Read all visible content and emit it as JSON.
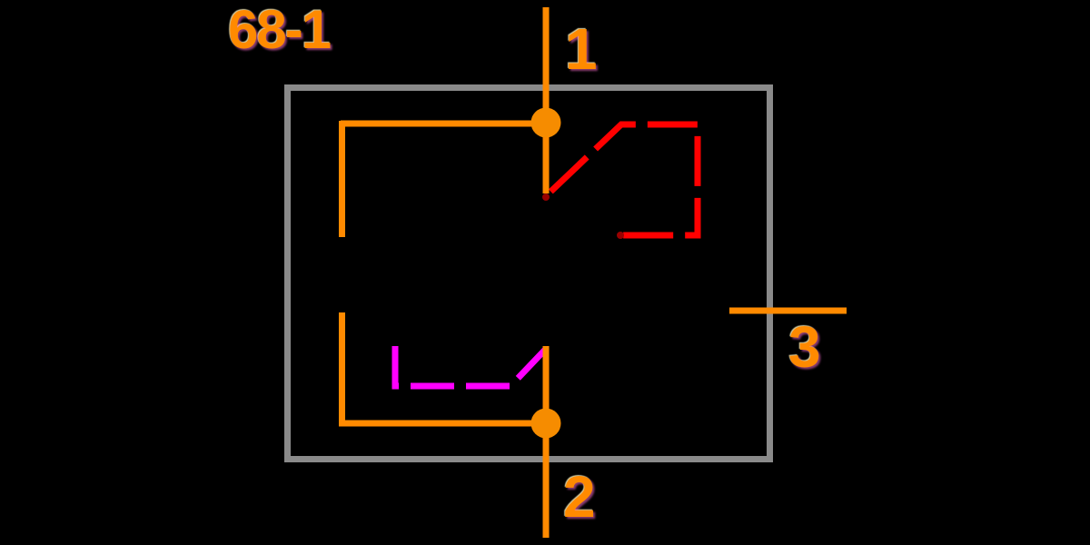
{
  "diagram": {
    "title": "68-1",
    "pin_labels": [
      "1",
      "2",
      "3"
    ]
  },
  "colors": {
    "background": "#000000",
    "wire": "#FF8A00",
    "node": "#F68C00",
    "outline": "#8A8A8A",
    "contact_path_active": "#FF0000",
    "contact_path_rest": "#FF00FF",
    "endpoint_tip": "#990000",
    "label": "#FF8A00"
  }
}
